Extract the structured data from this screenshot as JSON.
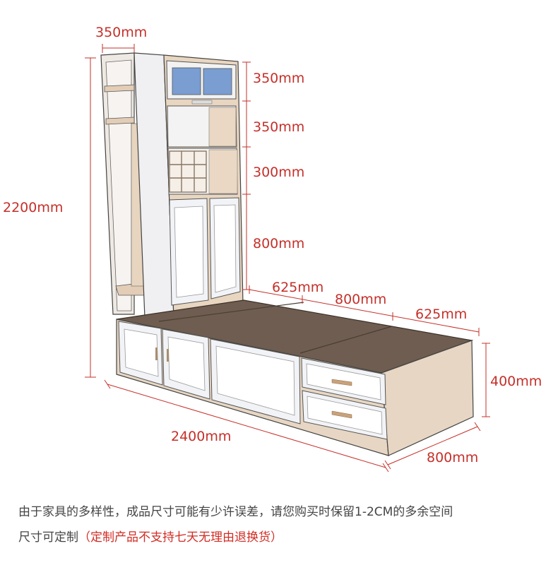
{
  "dimensions": {
    "top_width": "350mm",
    "total_height": "2200mm",
    "section_top": "350mm",
    "section_2": "350mm",
    "section_3": "300mm",
    "section_4": "800mm",
    "bed_left": "625mm",
    "bed_middle": "800mm",
    "bed_right": "625mm",
    "bed_height": "400mm",
    "total_length": "2400mm",
    "depth": "800mm"
  },
  "note": {
    "line1": "由于家具的多样性，成品尺寸可能有少许误差，请您购买时保留1-2CM的多余空间",
    "line2_prefix": "尺寸可定制",
    "line2_red": "（定制产品不支持七天无理由退换货）"
  },
  "colors": {
    "dimension": "#c5302a",
    "wood": "#e7d6c3",
    "mattress": "#6e5d50",
    "panel": "#eef0f3",
    "glass": "#7a9ed2"
  }
}
